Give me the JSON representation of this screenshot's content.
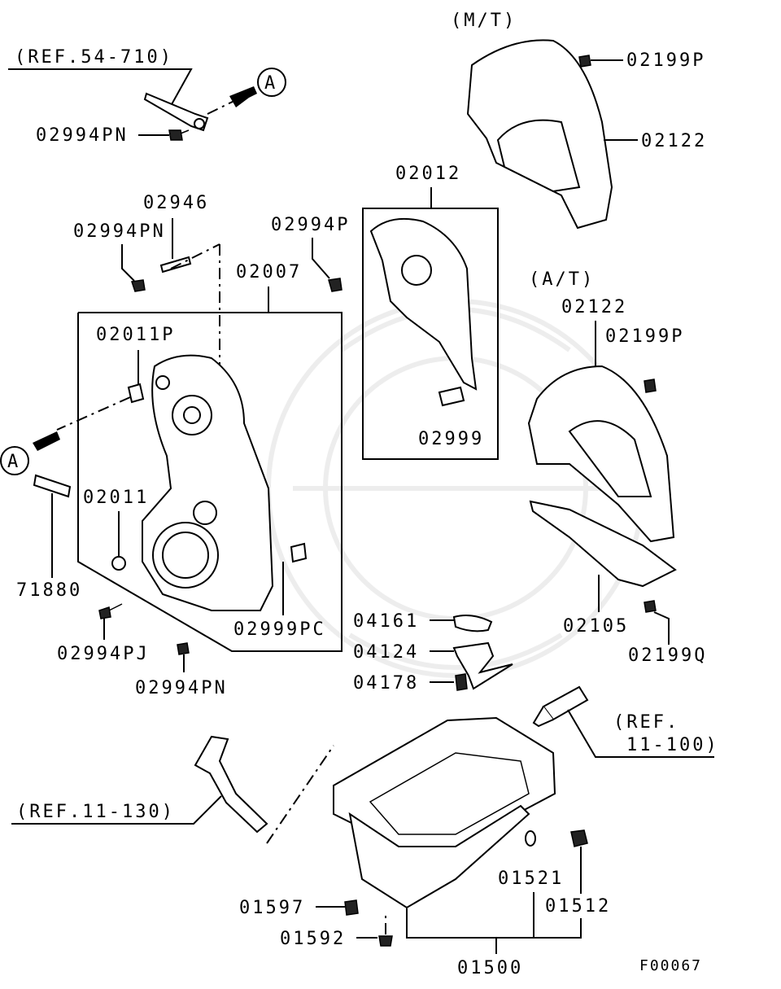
{
  "figure_code": "F00067",
  "variants": {
    "mt": "(M/T)",
    "at": "(A/T)"
  },
  "labels": {
    "ref_54_710": "(REF.54-710)",
    "ref_11_130": "(REF.11-130)",
    "ref_11_100_line1": "(REF.",
    "ref_11_100_line2": "11-100)",
    "callout_a": "A",
    "p02994PN_a": "02994PN",
    "p02994PN_b": "02994PN",
    "p02994PN_c": "02994PN",
    "p02946": "02946",
    "p02994P": "02994P",
    "p02007": "02007",
    "p02012": "02012",
    "p02011P": "02011P",
    "p02011": "02011",
    "p71880": "71880",
    "p02994PJ": "02994PJ",
    "p02999PC": "02999PC",
    "p02999": "02999",
    "p02199P_mt": "02199P",
    "p02122_mt": "02122",
    "p02122_at": "02122",
    "p02199P_at": "02199P",
    "p02105": "02105",
    "p02199Q": "02199Q",
    "p04161": "04161",
    "p04124": "04124",
    "p04178": "04178",
    "p01521": "01521",
    "p01512": "01512",
    "p01597": "01597",
    "p01592": "01592",
    "p01500": "01500"
  }
}
